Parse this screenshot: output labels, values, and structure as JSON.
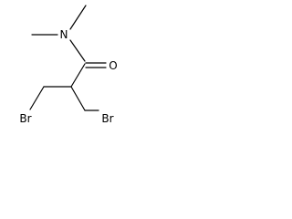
{
  "molecule": {
    "atoms": {
      "nitrogen": "N",
      "oxygen": "O",
      "bromine_left": "Br",
      "bromine_right": "Br"
    },
    "colors": {
      "bond": "#000000",
      "label": "#000000",
      "background": "#ffffff"
    }
  }
}
